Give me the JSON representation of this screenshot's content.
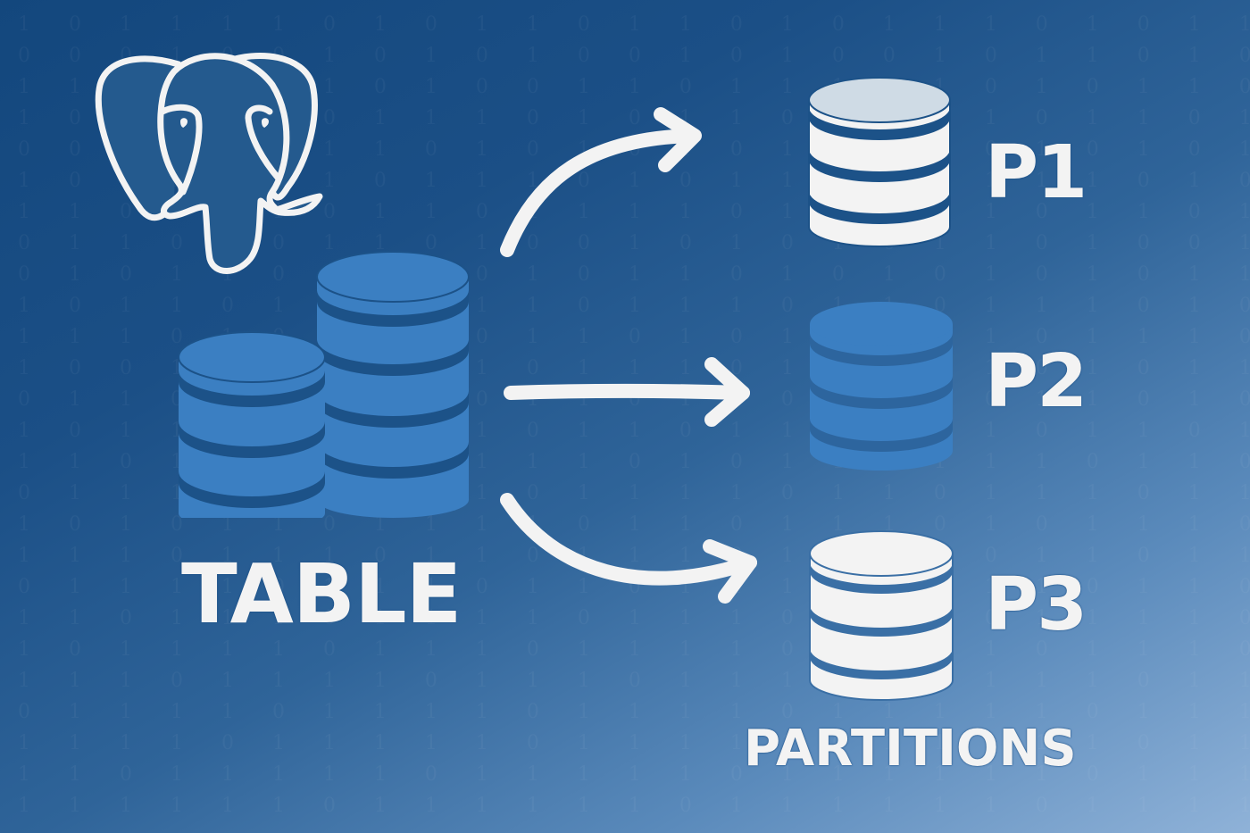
{
  "diagram": {
    "subject": "PostgreSQL table partitioning",
    "background": {
      "gradient_start": "#13477d",
      "gradient_end": "#8fb2d8",
      "pattern": "binary digits 0/1"
    },
    "logo": {
      "icon": "postgresql-elephant-icon",
      "stroke": "#f3f3f3",
      "fill": "#245a8e"
    },
    "source": {
      "label": "TABLE",
      "icon": "database-stack-icon",
      "cylinders": 2,
      "fill": "#3b7fc2",
      "band": "#1c5288"
    },
    "arrows": [
      {
        "from": "TABLE",
        "to": "P1",
        "shape": "curve-up"
      },
      {
        "from": "TABLE",
        "to": "P2",
        "shape": "straight"
      },
      {
        "from": "TABLE",
        "to": "P3",
        "shape": "curve-down"
      }
    ],
    "partitions": [
      {
        "label": "P1",
        "icon": "database-icon",
        "fill": "#f3f3f3",
        "top_fill": "#cfdbe5"
      },
      {
        "label": "P2",
        "icon": "database-icon",
        "fill": "#3b7fc2",
        "top_fill": "#3b7fc2"
      },
      {
        "label": "P3",
        "icon": "database-icon",
        "fill": "#f3f3f3",
        "top_fill": "#f3f3f3"
      }
    ],
    "partitions_caption": "PARTITIONS"
  }
}
